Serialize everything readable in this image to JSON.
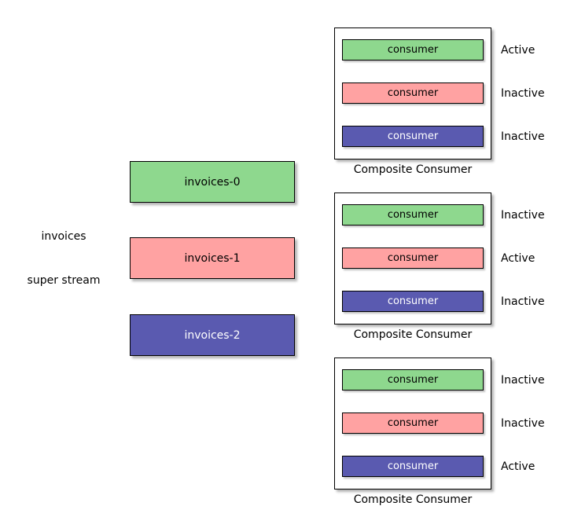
{
  "palette": {
    "green": {
      "bg": "#8ED88E",
      "text": "#000000"
    },
    "pink": {
      "bg": "#FFA2A2",
      "text": "#000000"
    },
    "blue": {
      "bg": "#5A5AB0",
      "text": "#FFFFFF"
    }
  },
  "super_stream": {
    "name": "invoices",
    "type_label": "super stream",
    "partitions": [
      {
        "label": "invoices-0",
        "color": "green"
      },
      {
        "label": "invoices-1",
        "color": "pink"
      },
      {
        "label": "invoices-2",
        "color": "blue"
      }
    ]
  },
  "composite_consumers": [
    {
      "label": "Composite Consumer",
      "consumers": [
        {
          "label": "consumer",
          "color": "green",
          "status": "Active"
        },
        {
          "label": "consumer",
          "color": "pink",
          "status": "Inactive"
        },
        {
          "label": "consumer",
          "color": "blue",
          "status": "Inactive"
        }
      ]
    },
    {
      "label": "Composite Consumer",
      "consumers": [
        {
          "label": "consumer",
          "color": "green",
          "status": "Inactive"
        },
        {
          "label": "consumer",
          "color": "pink",
          "status": "Active"
        },
        {
          "label": "consumer",
          "color": "blue",
          "status": "Inactive"
        }
      ]
    },
    {
      "label": "Composite Consumer",
      "consumers": [
        {
          "label": "consumer",
          "color": "green",
          "status": "Inactive"
        },
        {
          "label": "consumer",
          "color": "pink",
          "status": "Inactive"
        },
        {
          "label": "consumer",
          "color": "blue",
          "status": "Active"
        }
      ]
    }
  ]
}
